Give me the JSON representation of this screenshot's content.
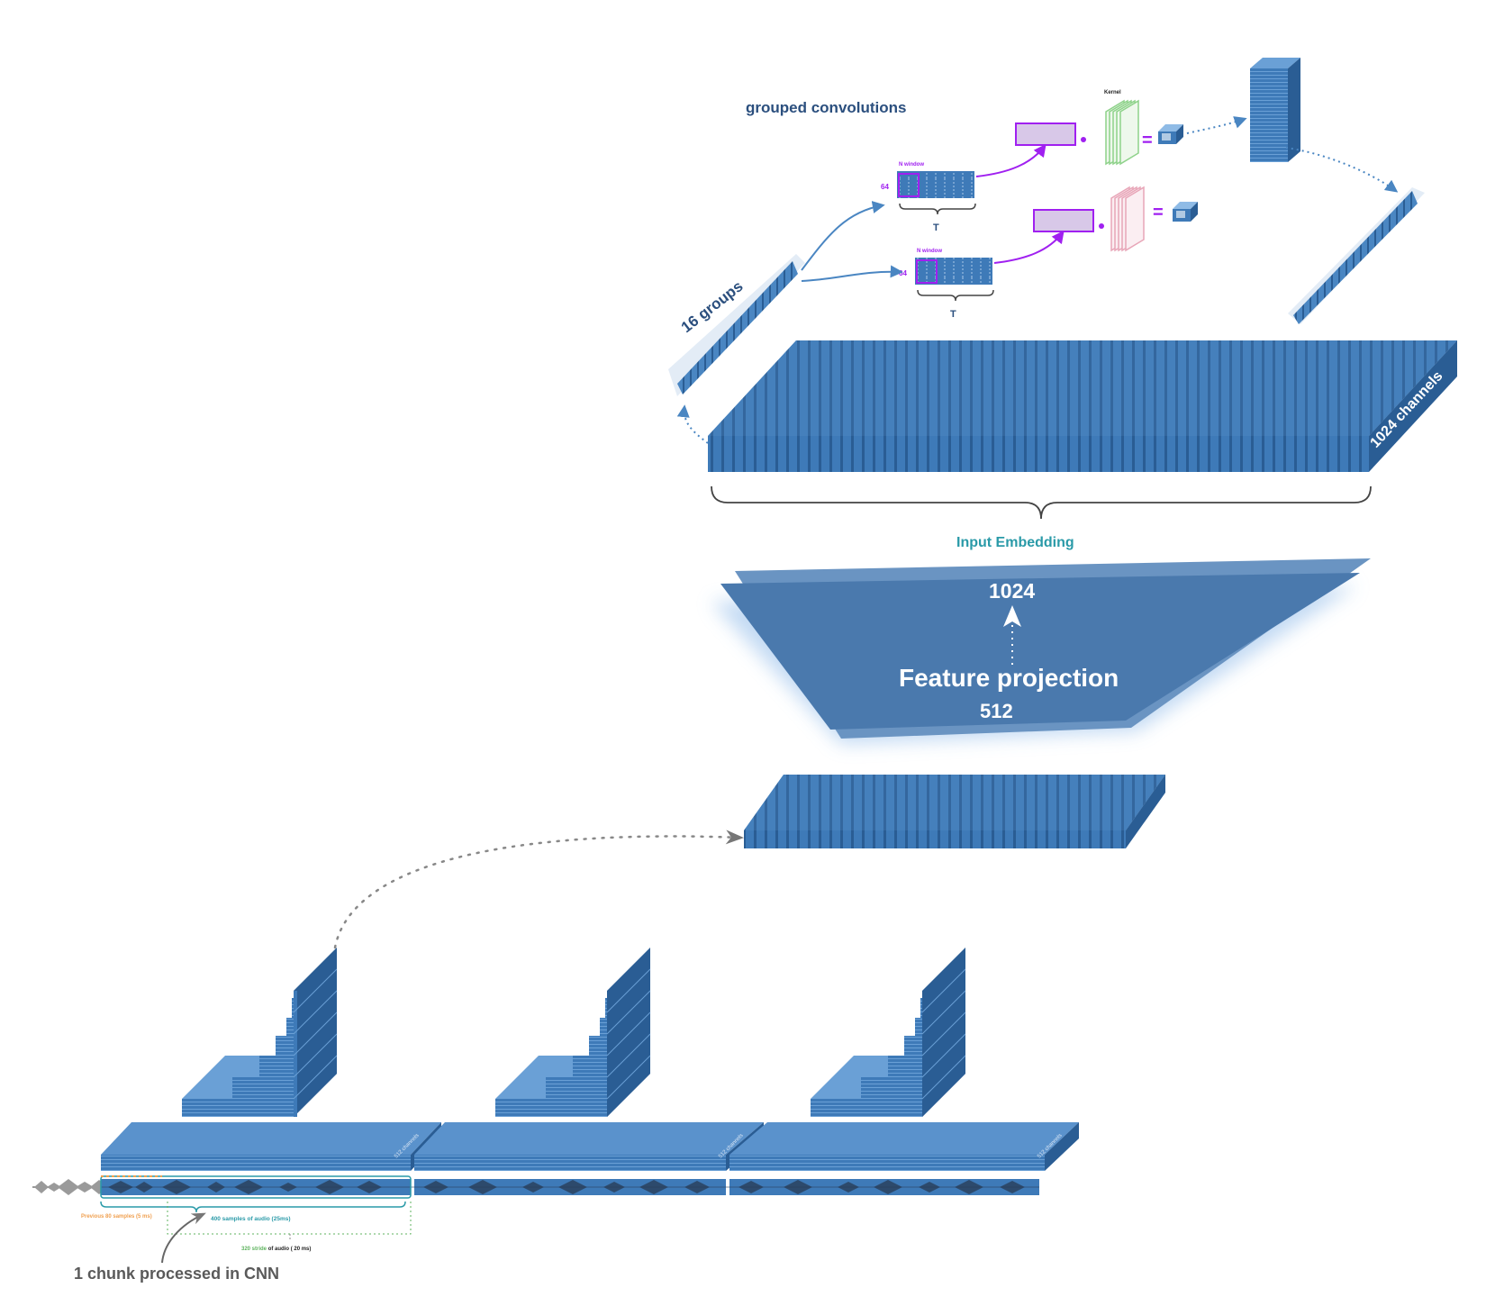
{
  "labels": {
    "grouped_convolutions": "grouped convolutions",
    "groups_16": "16 groups",
    "kernel": "Kernel",
    "n_window_1": "N window",
    "n_window_2": "N window",
    "size_64_1": "64",
    "size_64_2": "64",
    "t_1": "T",
    "t_2": "T",
    "channels_1024": "1024 channels",
    "input_embedding": "Input Embedding",
    "dim_out": "1024",
    "feature_projection": "Feature projection",
    "dim_in": "512",
    "ch512_a": "512 channels",
    "ch512_b": "512 channels",
    "ch512_c": "512 channels",
    "previous_samples": "Previous 80 samples (5 ms)",
    "window_400": "400 samples of audio (25ms)",
    "stride_num": "320 stride",
    "stride_rest": " of audio  ( 20 ms)",
    "chunk_caption": "1 chunk processed in CNN"
  },
  "colors": {
    "block": "#3e7ab8",
    "block_dark": "#2a5d94",
    "block_light": "#6aa0d6",
    "projection": "#4a79ad",
    "accent_purple": "#a020f0",
    "kernel_green": "#8ed28a",
    "kernel_pink": "#e8a6b8",
    "embedding_teal": "#2a9aa8",
    "title_blue": "#2b4f7e",
    "previous_orange": "#f0a050",
    "stride_green": "#5fb35f"
  }
}
